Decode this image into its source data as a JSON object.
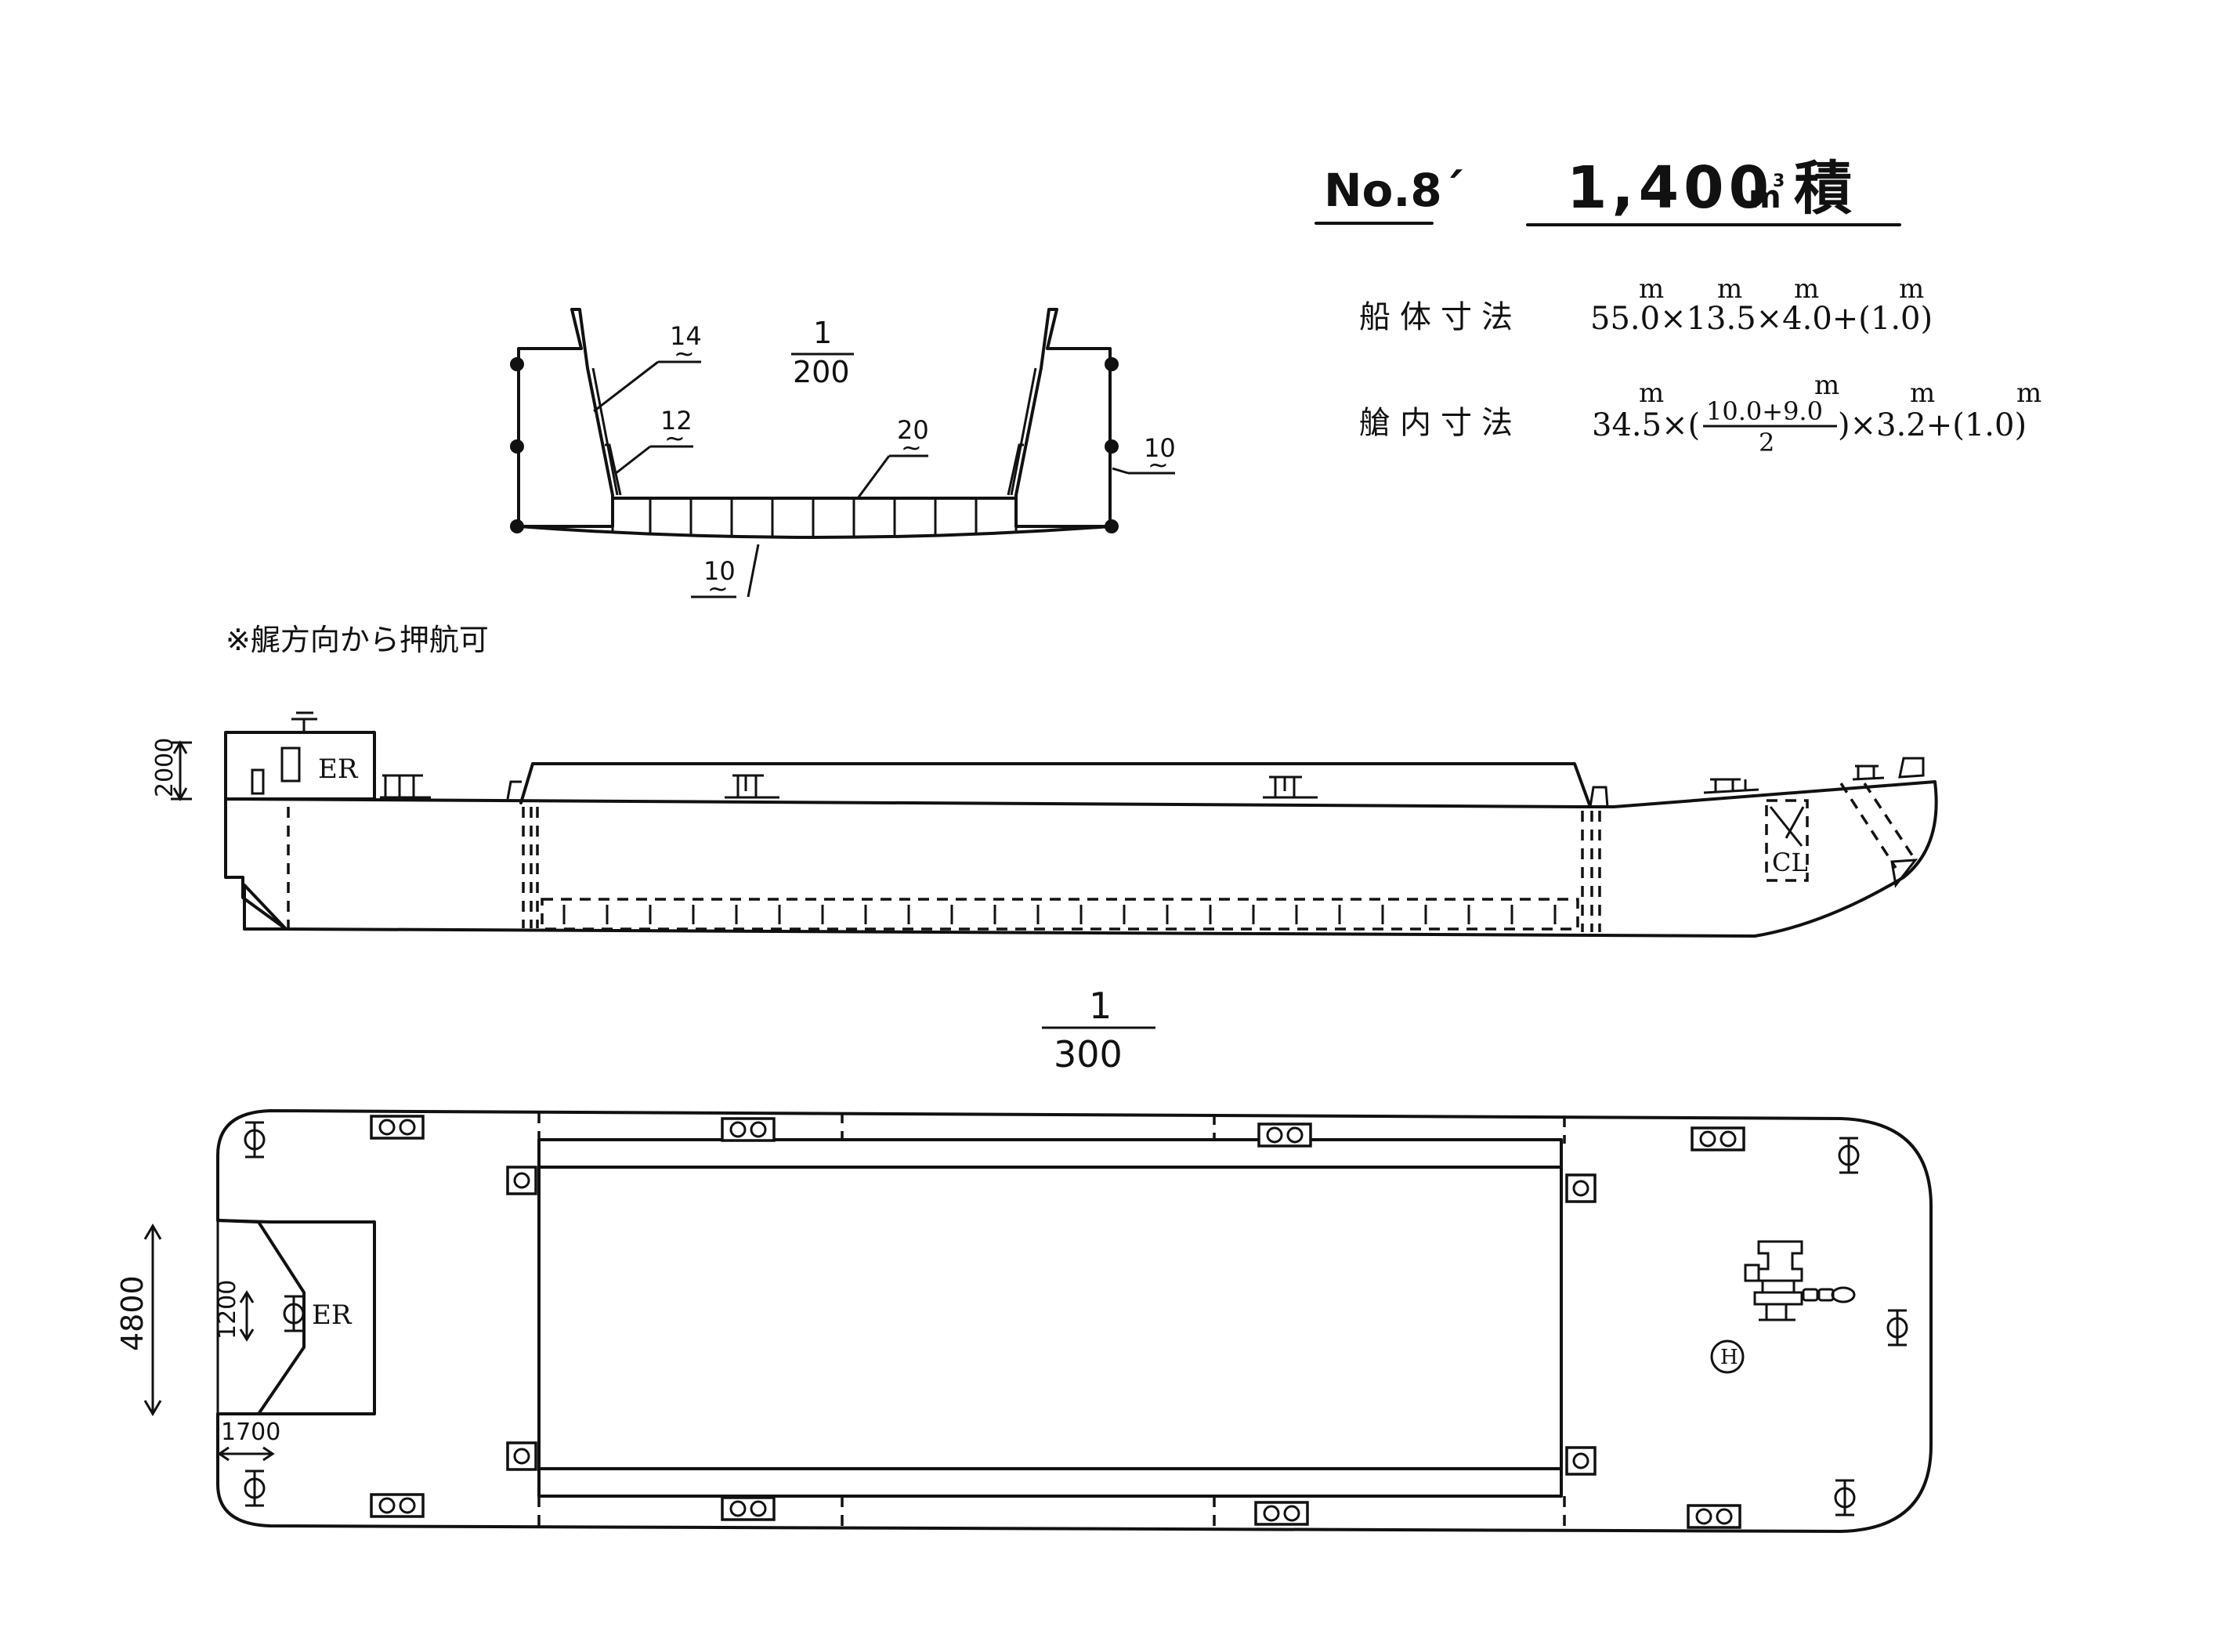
{
  "title": {
    "number": "No.8´",
    "volume": "1,400",
    "unit": "m",
    "unit_sup": "3",
    "suffix": "積"
  },
  "specs": {
    "hull_label": "船体寸法",
    "hull_units": [
      "m",
      "m",
      "m",
      "m"
    ],
    "hull_value": "55.0×13.5×4.0+(1.0)",
    "hold_label": "艙内寸法",
    "hold_units": [
      "m",
      "m",
      "m",
      "m"
    ],
    "hold_prefix": "34.5×(",
    "hold_numerator": "10.0+9.0",
    "hold_denominator": "2",
    "hold_suffix": ")×3.2+(1.0)"
  },
  "cross_section": {
    "scale_num": "1",
    "scale_den": "200",
    "callouts": [
      "14",
      "12",
      "20",
      "10",
      "10"
    ]
  },
  "note": "※艉方向から押航可",
  "side_view": {
    "height_dim": "2000",
    "er_label": "ER",
    "cl_label": "CL"
  },
  "plan_view": {
    "scale_num": "1",
    "scale_den": "300",
    "dim_4800": "4800",
    "dim_1200": "1200",
    "dim_1700": "1700",
    "er_label": "ER",
    "h_label": "H"
  }
}
